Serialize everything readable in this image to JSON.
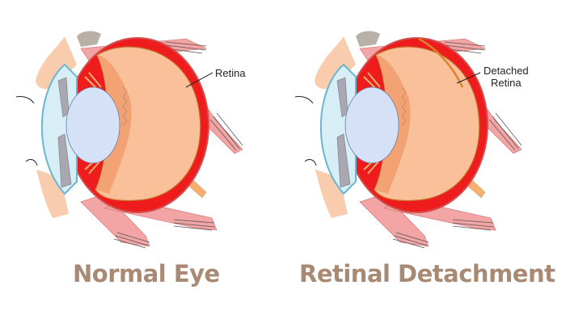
{
  "colors": {
    "title": "#a88a74",
    "sclera": "#ee1c1c",
    "vitreous": "#f9c09a",
    "lens": "#d4e1f7",
    "cornea": "#d7eef7",
    "muscle": "#f3a4a4"
  },
  "normal": {
    "title": "Normal Eye",
    "label": "Retina"
  },
  "detached": {
    "title": "Retinal Detachment",
    "label_line1": "Detached",
    "label_line2": "Retina"
  }
}
